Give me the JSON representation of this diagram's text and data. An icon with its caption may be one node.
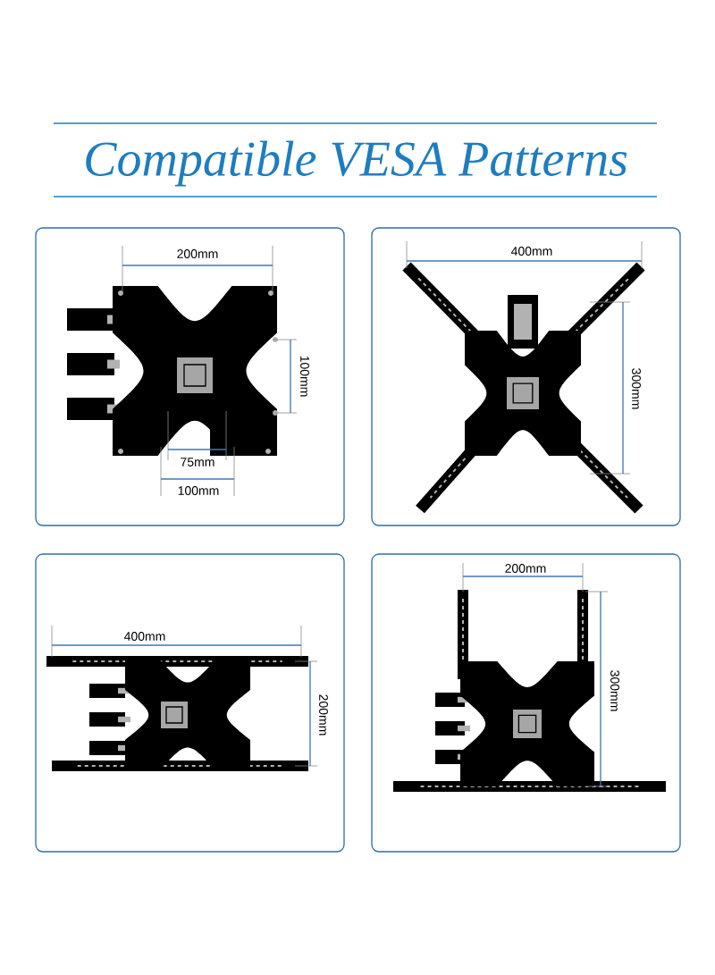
{
  "diagram": {
    "title": "Compatible VESA Patterns",
    "labels": [
      "200mm",
      "100mm",
      "75mm",
      "100mm",
      "400mm",
      "300mm",
      "400mm",
      "200mm",
      "200mm",
      "300mm"
    ]
  }
}
